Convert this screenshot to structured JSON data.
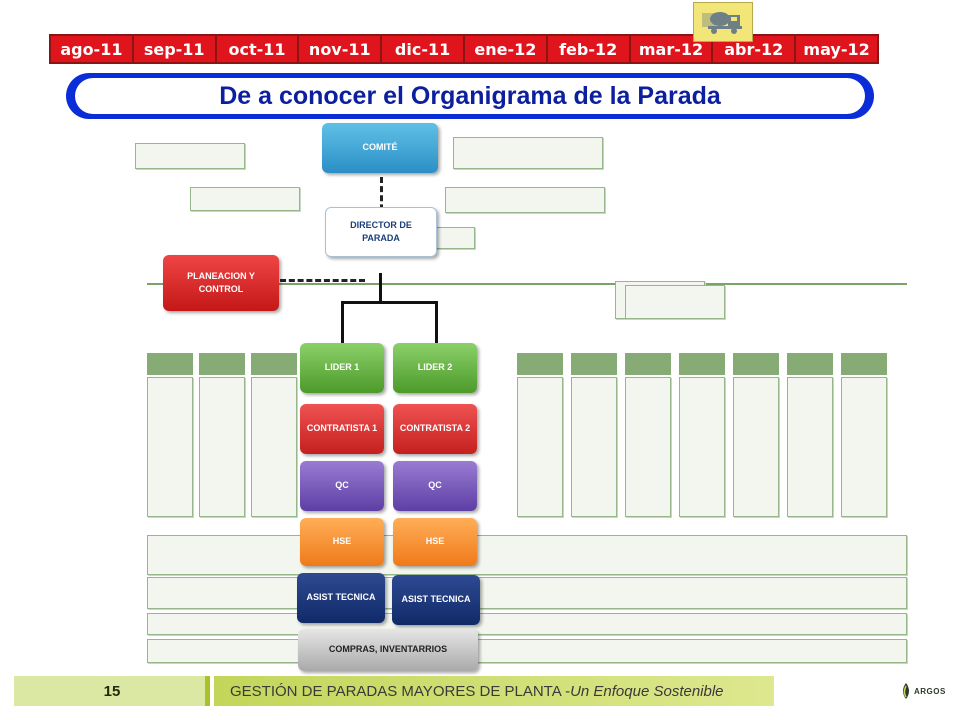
{
  "timeline": {
    "months": [
      "ago-11",
      "sep-11",
      "oct-11",
      "nov-11",
      "dic-11",
      "ene-12",
      "feb-12",
      "mar-12",
      "abr-12",
      "may-12"
    ],
    "marker_icon": "cement-truck-icon"
  },
  "title": "De a conocer el Organigrama de la Parada",
  "org": {
    "comite": "COMITÉ",
    "director": "DIRECTOR DE PARADA",
    "planeacion": "PLANEACION Y CONTROL",
    "lider1": "LIDER 1",
    "lider2": "LIDER 2",
    "contratista1": "CONTRATISTA 1",
    "contratista2": "CONTRATISTA 2",
    "qc1": "QC",
    "qc2": "QC",
    "hse1": "HSE",
    "hse2": "HSE",
    "asist1": "ASIST TECNICA",
    "asist2": "ASIST TECNICA",
    "compras": "COMPRAS, INVENTARRIOS"
  },
  "footer": {
    "page": "15",
    "text_main": "GESTIÓN  DE PARADAS MAYORES DE PLANTA - ",
    "text_italic": "Un Enfoque Sostenible",
    "logo": "ARGOS"
  },
  "colors": {
    "timeline_red": "#e0141c",
    "title_blue": "#0a2dd8",
    "footer_green": "#c3d65a"
  }
}
